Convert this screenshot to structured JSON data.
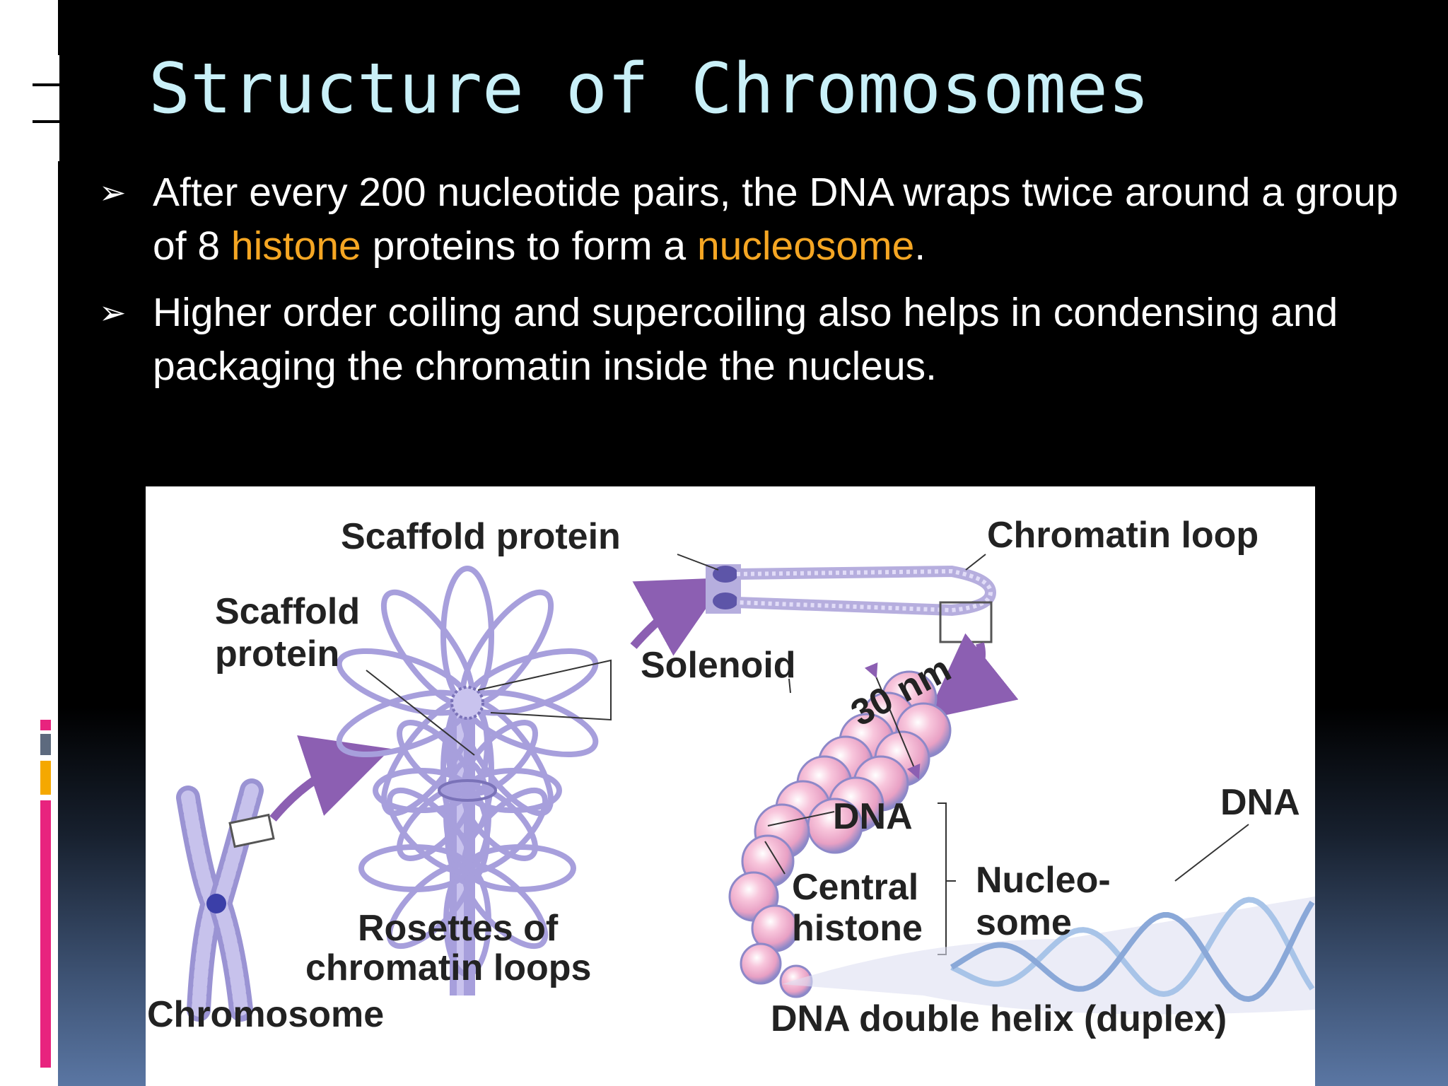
{
  "title": "Structure of Chromosomes",
  "bullets": [
    {
      "marker": "➢",
      "parts": [
        {
          "text": "After every 200 nucleotide pairs, the DNA wraps twice around a group of 8 ",
          "highlight": false
        },
        {
          "text": "histone",
          "highlight": true
        },
        {
          "text": " proteins to form a ",
          "highlight": false
        },
        {
          "text": "nucleosome",
          "highlight": true
        },
        {
          "text": ".",
          "highlight": false
        }
      ]
    },
    {
      "marker": "➢",
      "parts": [
        {
          "text": "Higher order coiling and supercoiling also helps in condensing and packaging the chromatin inside the nucleus.",
          "highlight": false
        }
      ]
    }
  ],
  "figure_labels": {
    "scaffold_protein_top": "Scaffold protein",
    "chromatin_loop": "Chromatin loop",
    "scaffold_protein_left_1": "Scaffold",
    "scaffold_protein_left_2": "protein",
    "solenoid": "Solenoid",
    "thirty_nm": "30 nm",
    "dna_center": "DNA",
    "dna_right": "DNA",
    "central_histone_1": "Central",
    "central_histone_2": "histone",
    "nucleosome_1": "Nucleo-",
    "nucleosome_2": "some",
    "rosettes_1": "Rosettes of",
    "rosettes_2": "chromatin loops",
    "chromosome": "Chromosome",
    "double_helix": "DNA double helix (duplex)"
  },
  "colors": {
    "title": "#c9f0f8",
    "highlight": "#f5a623",
    "body_text": "#ffffff",
    "accent_bars": [
      "#e8237e",
      "#5d6a7e",
      "#f5a800",
      "#e8237e"
    ],
    "chromatin": "#b6aede",
    "histone": "#f4b6d2",
    "arrow": "#8c5fb2"
  }
}
